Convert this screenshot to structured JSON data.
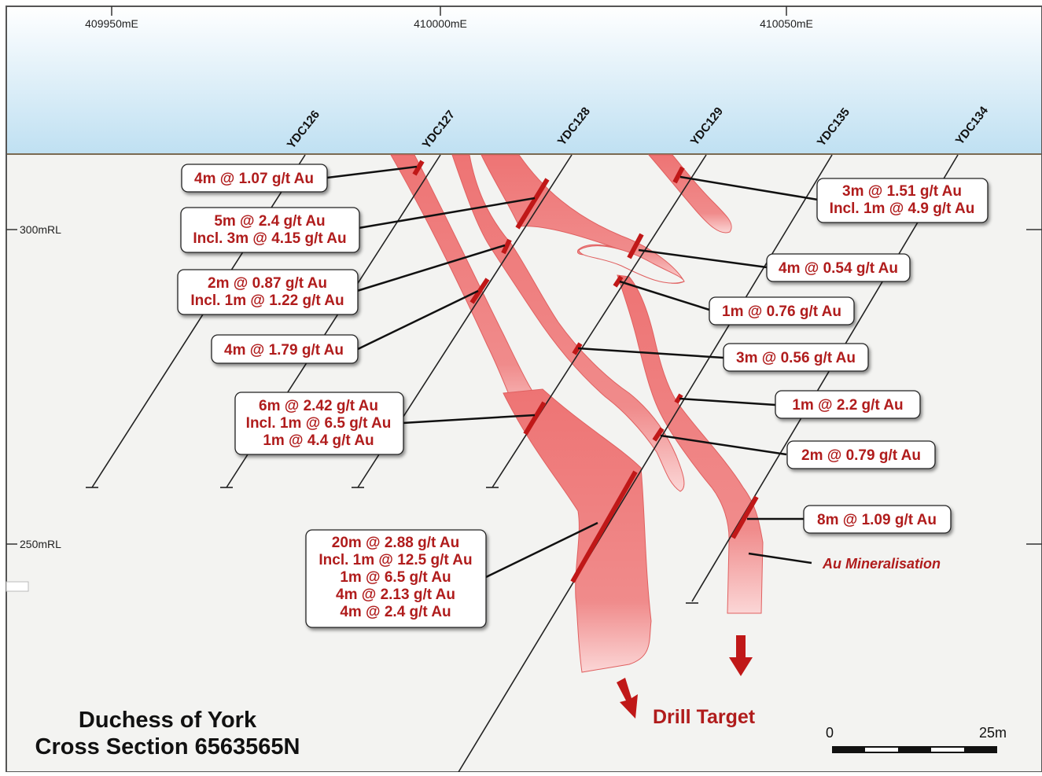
{
  "title": {
    "line1": "Duchess of York",
    "line2": "Cross Section 6563565N"
  },
  "eastings": [
    "409950mE",
    "410000mE",
    "410050mE"
  ],
  "levels": [
    "300mRL",
    "250mRL"
  ],
  "drillholes": [
    "YDC126",
    "YDC127",
    "YDC128",
    "YDC129",
    "YDC135",
    "YDC134"
  ],
  "intercepts": [
    {
      "lines": [
        "4m @ 1.07 g/t Au"
      ]
    },
    {
      "lines": [
        "5m @ 2.4 g/t Au",
        "Incl. 3m @ 4.15 g/t Au"
      ]
    },
    {
      "lines": [
        "2m @ 0.87 g/t Au",
        "Incl. 1m @ 1.22 g/t Au"
      ]
    },
    {
      "lines": [
        "4m @ 1.79 g/t Au"
      ]
    },
    {
      "lines": [
        "6m @ 2.42 g/t Au",
        "Incl. 1m @ 6.5 g/t Au",
        "1m @ 4.4 g/t Au"
      ]
    },
    {
      "lines": [
        "20m @ 2.88 g/t Au",
        "Incl. 1m @ 12.5 g/t Au",
        "1m @ 6.5 g/t Au",
        "4m @ 2.13 g/t Au",
        "4m @ 2.4 g/t Au"
      ]
    },
    {
      "lines": [
        "3m @ 1.51 g/t Au",
        "Incl. 1m @ 4.9 g/t Au"
      ]
    },
    {
      "lines": [
        "4m @ 0.54 g/t Au"
      ]
    },
    {
      "lines": [
        "1m @ 0.76 g/t Au"
      ]
    },
    {
      "lines": [
        "3m @ 0.56 g/t Au"
      ]
    },
    {
      "lines": [
        "1m @ 2.2 g/t Au"
      ]
    },
    {
      "lines": [
        "2m @ 0.79 g/t Au"
      ]
    },
    {
      "lines": [
        "8m @ 1.09 g/t Au"
      ]
    }
  ],
  "legend": {
    "mineralisation": "Au Mineralisation",
    "drill_target": "Drill Target"
  },
  "scale_bar": {
    "start": "0",
    "end": "25m"
  },
  "colors": {
    "sky_top": "#ffffff",
    "sky_bottom": "#bfe0f2",
    "ground": "#f3f3f1",
    "lode": "#ef7f7f",
    "intercept": "#c01818",
    "label_text": "#b01c1c"
  }
}
